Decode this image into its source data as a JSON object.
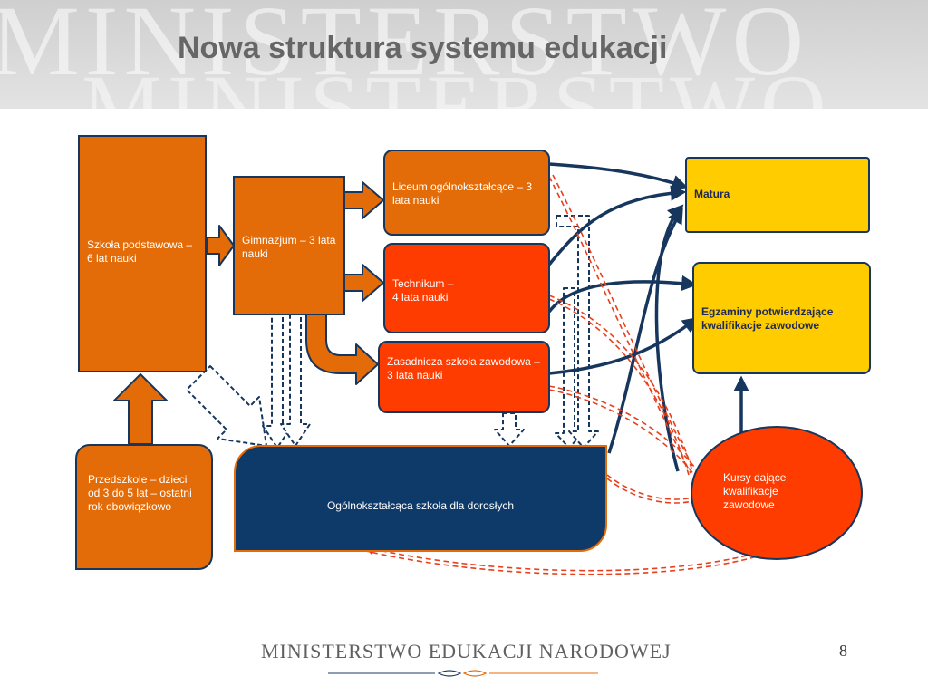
{
  "header": {
    "title": "Nowa struktura systemu edukacji",
    "watermark": "MINISTERSTWO"
  },
  "nodes": {
    "szkola_podstawowa": "Szkoła podstawowa – 6 lat nauki",
    "gimnazjum": "Gimnazjum – 3 lata nauki",
    "liceum": "Liceum ogólnokształcące – 3 lata nauki",
    "technikum": "Technikum –\n4 lata nauki",
    "zasadnicza": "Zasadnicza szkoła zawodowa –\n3 lata nauki",
    "matura": "Matura",
    "egzaminy": "Egzaminy potwierdzające kwalifikacje zawodowe",
    "przedszkole": "Przedszkole – dzieci\nod 3 do 5 lat – ostatni rok obowiązkowo",
    "szkola_doroslych": "Ogólnokształcąca szkoła dla dorosłych",
    "kursy": "Kursy dające kwalifikacje zawodowe"
  },
  "colors": {
    "orange": "#e36c09",
    "red": "#ff3c00",
    "yellow": "#ffcc00",
    "navy": "#0e3a6a",
    "connector": "#16365d",
    "dashed_red": "#e8401c"
  },
  "footer": {
    "brand": "MINISTERSTWO EDUKACJI NARODOWEJ",
    "page_number": "8"
  }
}
